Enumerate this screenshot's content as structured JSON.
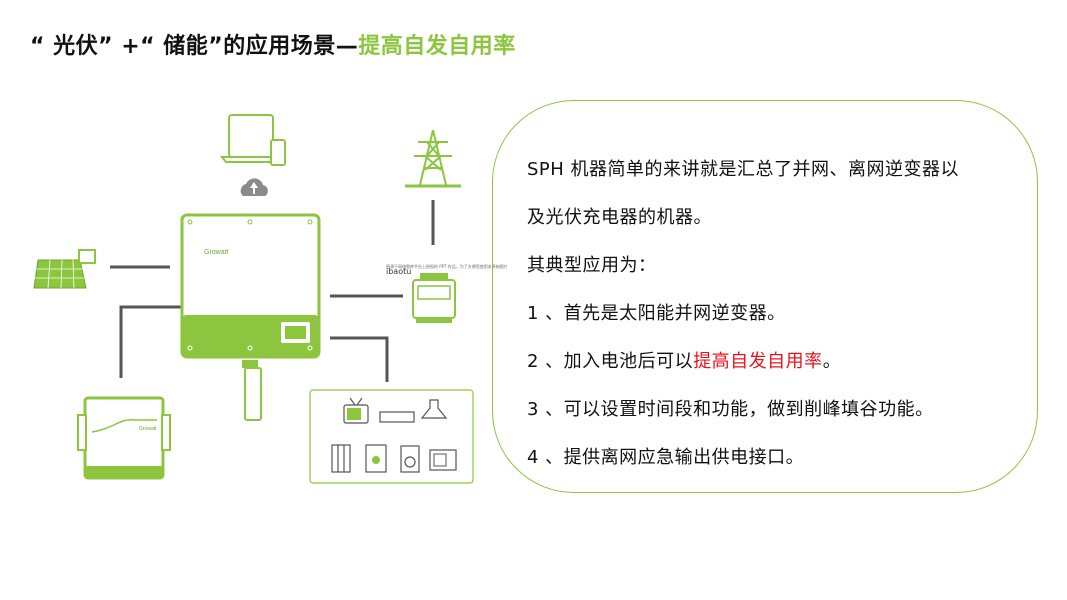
{
  "title": {
    "prefix": "“ 光伏” +“ 储能”的应用场景—",
    "highlight": "提高自发自用率"
  },
  "diagram": {
    "inverter_brand": "Growatt",
    "battery_brand": "Growatt",
    "meter_caption_small": "图源于网络图库平台上授权的 PPT 作品，为了方便您使用本原始图片",
    "meter_caption_site": "ibaotu"
  },
  "panel": {
    "line1": "SPH  机器简单的来讲就是汇总了并网、离网逆变器以",
    "line2": "及光伏充电器的机器。",
    "line3": "其典型应用为：",
    "line4": "1 、首先是太阳能并网逆变器。",
    "line5_prefix": "2 、加入电池后可以",
    "line5_highlight": "提高自发自用率",
    "line5_suffix": "。",
    "line6": "3 、可以设置时间段和功能，做到削峰填谷功能。",
    "line7": "4 、提供离网应急输出供电接口。"
  },
  "colors": {
    "accent": "#8cc63f",
    "highlight_red": "#e8141c",
    "connector": "#555555"
  }
}
